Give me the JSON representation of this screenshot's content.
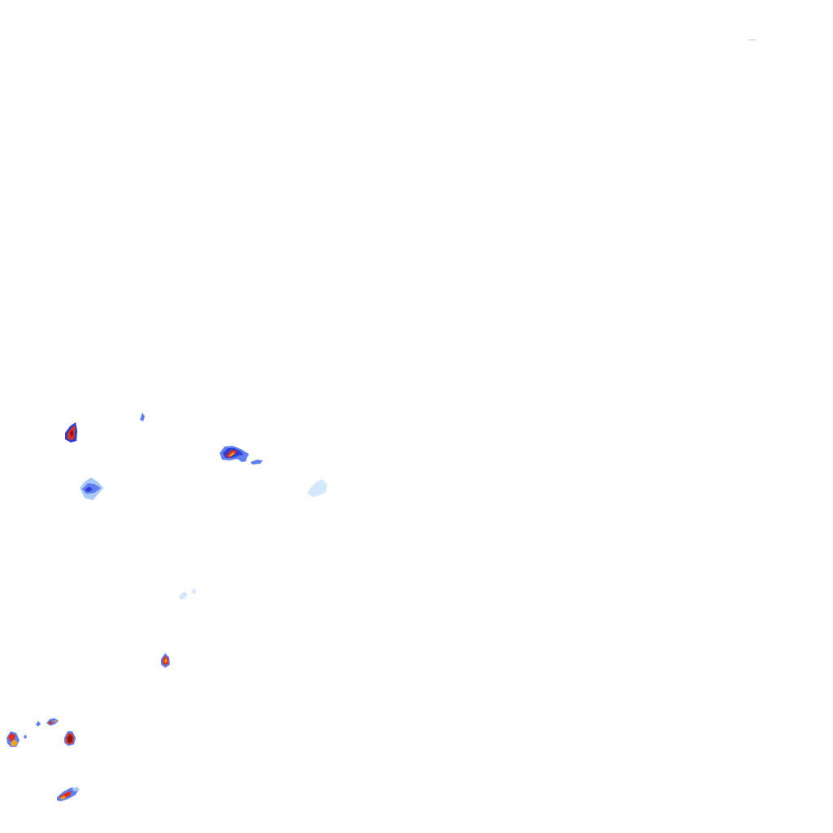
{
  "map": {
    "kind": "precipitation-radar-overlay",
    "background_color": "#ffffff",
    "intensity_palette": {
      "very_light": "#cfe6fb",
      "light": "#a9c8f5",
      "moderate": "#5f7ef0",
      "heavy": "#2f3fd6",
      "very_heavy": "#f0a020",
      "intense": "#e0301a",
      "extreme": "#8a1010"
    },
    "cells": [
      {
        "id": "cell-ne-trace",
        "levels": [
          "very_light"
        ]
      },
      {
        "id": "cell-west-1",
        "levels": [
          "moderate",
          "heavy",
          "intense",
          "extreme"
        ]
      },
      {
        "id": "cell-west-2",
        "levels": [
          "moderate"
        ]
      },
      {
        "id": "cell-central",
        "levels": [
          "moderate",
          "heavy",
          "very_heavy",
          "intense"
        ]
      },
      {
        "id": "cell-west-3",
        "levels": [
          "light",
          "moderate",
          "heavy"
        ]
      },
      {
        "id": "cell-central-2",
        "levels": [
          "very_light"
        ]
      },
      {
        "id": "cell-south-1",
        "levels": [
          "very_light"
        ]
      },
      {
        "id": "cell-south-2",
        "levels": [
          "moderate",
          "very_heavy",
          "intense"
        ]
      },
      {
        "id": "cell-sw-1",
        "levels": [
          "moderate",
          "very_heavy",
          "intense"
        ]
      },
      {
        "id": "cell-sw-2",
        "levels": [
          "moderate",
          "intense",
          "extreme"
        ]
      },
      {
        "id": "cell-sw-3",
        "levels": [
          "moderate",
          "very_heavy",
          "intense"
        ]
      },
      {
        "id": "cell-sw-4",
        "levels": [
          "moderate",
          "very_heavy",
          "intense"
        ]
      }
    ]
  }
}
